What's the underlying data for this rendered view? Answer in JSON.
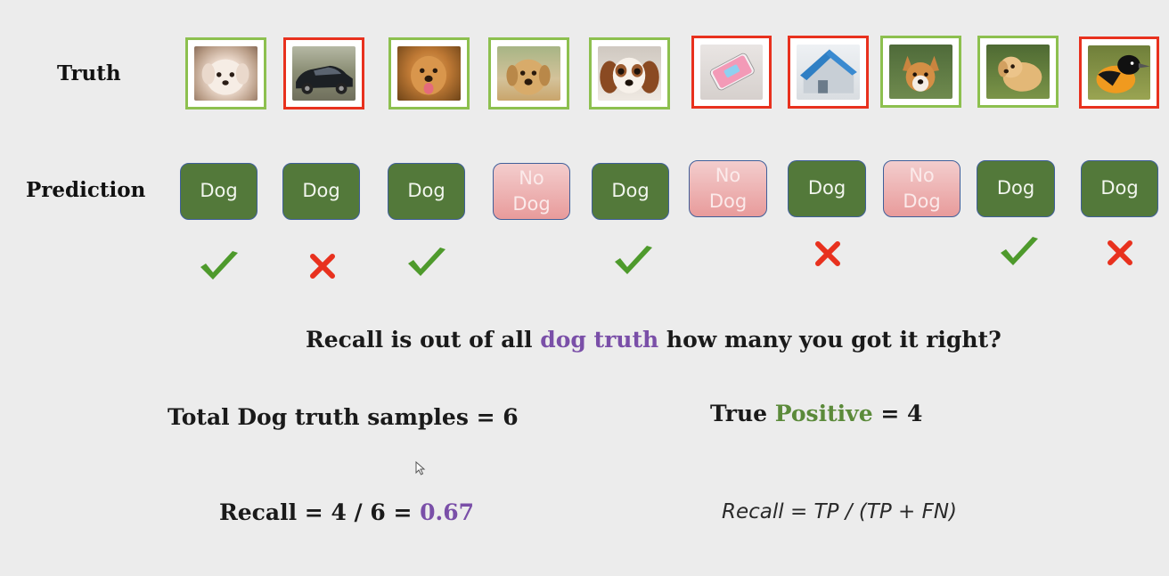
{
  "labels": {
    "truth": "Truth",
    "prediction": "Prediction"
  },
  "items": [
    {
      "truth": "dog-puppy-white",
      "truth_is_dog": true,
      "prediction": "Dog",
      "result": "correct"
    },
    {
      "truth": "car",
      "truth_is_dog": false,
      "prediction": "Dog",
      "result": "wrong"
    },
    {
      "truth": "dog-golden-retriever",
      "truth_is_dog": true,
      "prediction": "Dog",
      "result": "correct"
    },
    {
      "truth": "dog-golden-retriever-2",
      "truth_is_dog": true,
      "prediction": "No Dog",
      "result": "none"
    },
    {
      "truth": "dog-spaniel",
      "truth_is_dog": true,
      "prediction": "Dog",
      "result": "correct"
    },
    {
      "truth": "phone",
      "truth_is_dog": false,
      "prediction": "No Dog",
      "result": "none"
    },
    {
      "truth": "house",
      "truth_is_dog": false,
      "prediction": "Dog",
      "result": "wrong"
    },
    {
      "truth": "dog-corgi",
      "truth_is_dog": true,
      "prediction": "No Dog",
      "result": "none"
    },
    {
      "truth": "dog-golden-puppy",
      "truth_is_dog": true,
      "prediction": "Dog",
      "result": "correct"
    },
    {
      "truth": "bird-oriole",
      "truth_is_dog": false,
      "prediction": "Dog",
      "result": "wrong"
    }
  ],
  "prediction_labels": {
    "dog": "Dog",
    "no_dog_line1": "No",
    "no_dog_line2": "Dog"
  },
  "question": {
    "before": "Recall is out of all ",
    "highlight": "dog truth",
    "after": " how many you got it right?"
  },
  "total": {
    "label": "Total Dog truth samples = 6"
  },
  "tp": {
    "before": "True ",
    "highlight": "Positive",
    "after": " = 4"
  },
  "recall": {
    "before": "Recall = 4 / 6 = ",
    "value": "0.67"
  },
  "formula": "Recall = TP / (TP + FN)",
  "colors": {
    "truth_dog_border": "#8dc04f",
    "truth_notdog_border": "#e8311e",
    "pred_dog_bg": "#53793a",
    "pred_nodog_bg": "#eeb4b4",
    "check": "#4e9a2c",
    "cross": "#e8311e",
    "highlight_purple": "#7a4fa8",
    "highlight_green": "#5b8a3a"
  }
}
